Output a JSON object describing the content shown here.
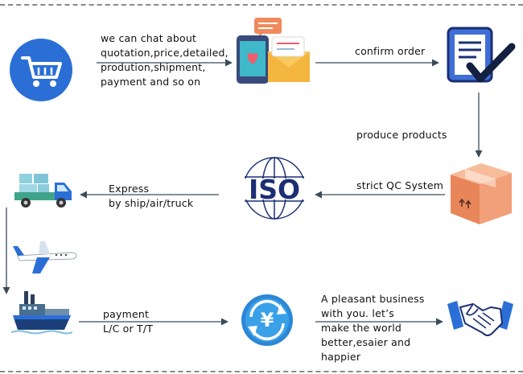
{
  "steps": {
    "chat": "we can chat about\nquotation,price,detailed,\nprodution,shipment,\npayment and so on",
    "confirm": "confirm order",
    "produce": "produce products",
    "qc": "strict QC System",
    "express": "Express\nby ship/air/truck",
    "payment": "payment\nL/C or T/T",
    "pleasant": "A pleasant business\nwith you. let’s\nmake the world\nbetter,esaier and\nhappier"
  },
  "iso_logo_text": "ISO",
  "currency_symbol": "¥",
  "colors": {
    "accent_blue": "#2b6fd6",
    "iso_navy": "#1c2f74",
    "arrow": "#3a4a5a",
    "box": "#f2a07a"
  },
  "icons": [
    "shopping-cart-icon",
    "phone-chat-icon",
    "checklist-icon",
    "package-box-icon",
    "iso-logo-icon",
    "truck-icon",
    "airplane-icon",
    "ship-icon",
    "currency-exchange-icon",
    "handshake-icon"
  ]
}
